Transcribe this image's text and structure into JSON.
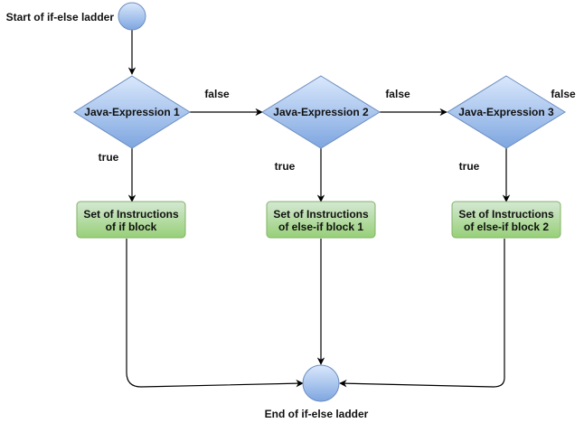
{
  "diagram": {
    "start_label": "Start of if-else ladder",
    "end_label": "End of if-else ladder",
    "decisions": [
      {
        "label": "Java-Expression 1",
        "false_label": "false",
        "true_label": "true"
      },
      {
        "label": "Java-Expression 2",
        "false_label": "false",
        "true_label": "true"
      },
      {
        "label": "Java-Expression 3",
        "false_label": "false",
        "true_label": "true"
      }
    ],
    "blocks": [
      {
        "line1": "Set of Instructions",
        "line2": "of if block"
      },
      {
        "line1": "Set of Instructions",
        "line2": "of else-if block 1"
      },
      {
        "line1": "Set of Instructions",
        "line2": "of else-if block 2"
      }
    ],
    "colors": {
      "terminal_fill_light": "#dae8fc",
      "terminal_fill_dark": "#7ea6e0",
      "terminal_stroke": "#6c8ebf",
      "decision_fill_light": "#dae8fc",
      "decision_fill_dark": "#7ea6e0",
      "decision_stroke": "#6c8ebf",
      "block_fill_light": "#d5e8d4",
      "block_fill_dark": "#97d077",
      "block_stroke": "#82b366"
    }
  }
}
